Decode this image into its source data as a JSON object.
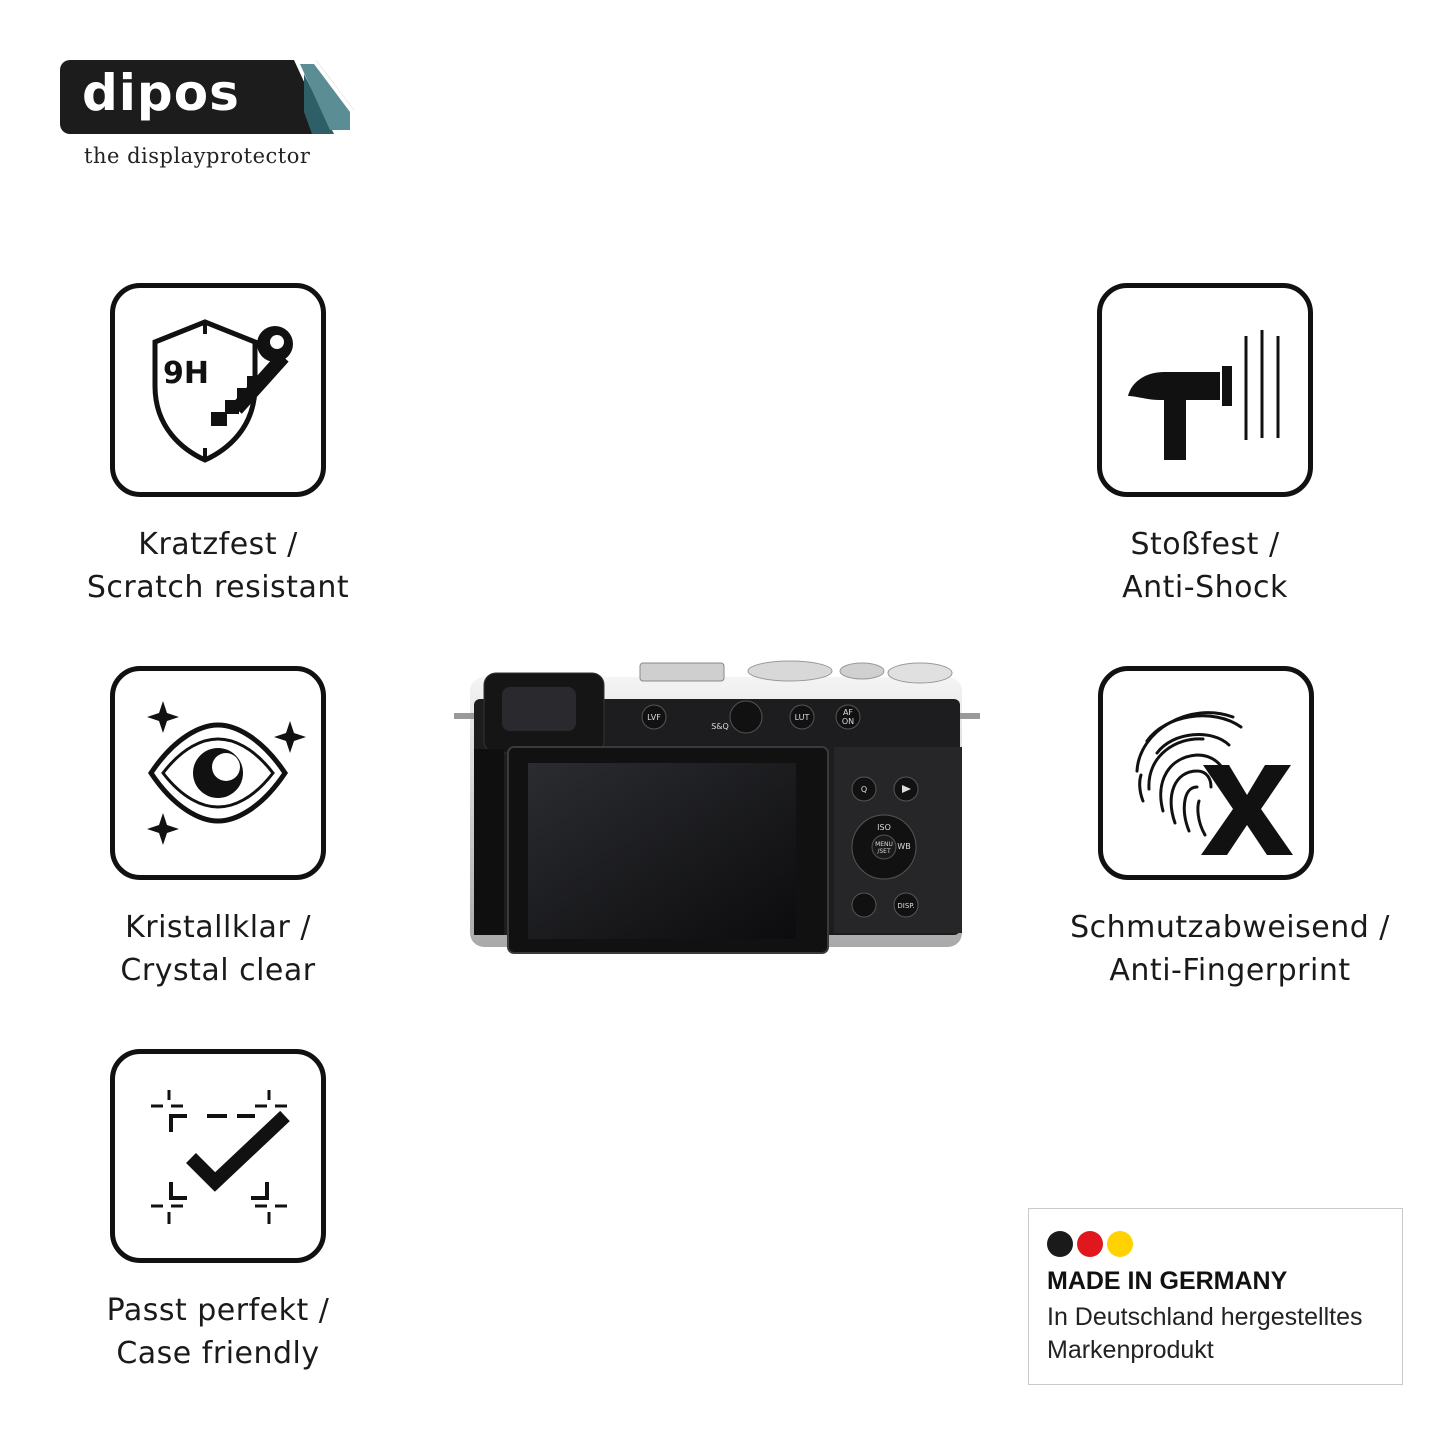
{
  "brand": {
    "name": "dipos",
    "tagline": "the displayprotector"
  },
  "features": {
    "scratch": {
      "icon": "shield-key-icon",
      "badge_text": "9H",
      "line1": "Kratzfest /",
      "line2": "Scratch resistant"
    },
    "clear": {
      "icon": "eye-sparkle-icon",
      "line1": "Kristallklar /",
      "line2": "Crystal clear"
    },
    "case": {
      "icon": "checkbox-frame-icon",
      "line1": "Passt perfekt /",
      "line2": "Case friendly"
    },
    "shock": {
      "icon": "hammer-icon",
      "line1": "Stoßfest /",
      "line2": "Anti-Shock"
    },
    "finger": {
      "icon": "fingerprint-x-icon",
      "line1": "Schmutzabweisend /",
      "line2": "Anti-Fingerprint"
    }
  },
  "camera": {
    "buttons": {
      "lvf": "LVF",
      "sq": "S&Q",
      "lut": "LUT",
      "af_on_1": "AF",
      "af_on_2": "ON",
      "q": "Q",
      "iso": "ISO",
      "menu_1": "MENU",
      "menu_2": "/SET",
      "wb": "WB",
      "disp": "DISP."
    }
  },
  "badge": {
    "title": "MADE IN GERMANY",
    "subtitle": "In Deutschland hergestelltes Markenprodukt",
    "colors": [
      "#1a1a1a",
      "#e1171e",
      "#ffd200"
    ]
  },
  "colors": {
    "ink": "#111111",
    "background": "#ffffff"
  }
}
